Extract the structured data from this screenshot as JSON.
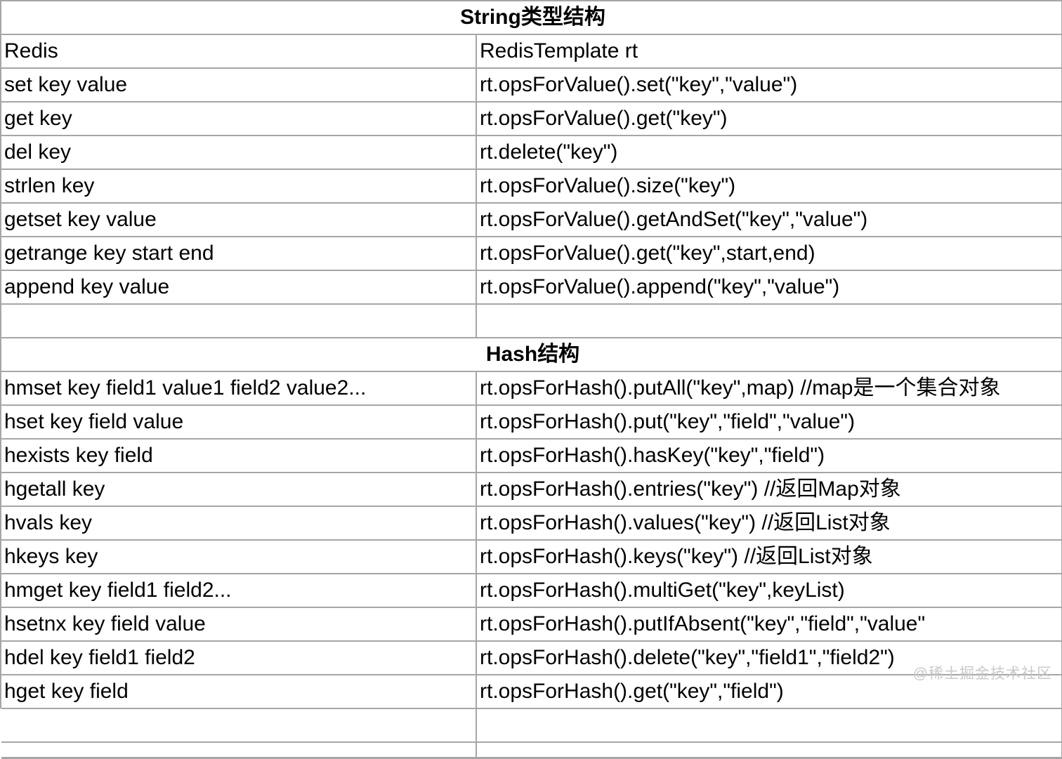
{
  "document": {
    "watermark": "@稀土掘金技术社区"
  },
  "sections": [
    {
      "title": "String类型结构",
      "header": {
        "left": "Redis",
        "right": "RedisTemplate rt"
      },
      "rows": [
        {
          "left": "set key value",
          "right": "rt.opsForValue().set(\"key\",\"value\")"
        },
        {
          "left": "get key",
          "right": "rt.opsForValue().get(\"key\")"
        },
        {
          "left": "del key",
          "right": "rt.delete(\"key\")"
        },
        {
          "left": "strlen key",
          "right": "rt.opsForValue().size(\"key\")"
        },
        {
          "left": "getset key value",
          "right": "rt.opsForValue().getAndSet(\"key\",\"value\")"
        },
        {
          "left": "getrange key start end",
          "right": "rt.opsForValue().get(\"key\",start,end)"
        },
        {
          "left": "append key value",
          "right": "rt.opsForValue().append(\"key\",\"value\")"
        },
        {
          "left": "",
          "right": ""
        }
      ]
    },
    {
      "title": "Hash结构",
      "header": null,
      "rows": [
        {
          "left": "hmset key field1 value1 field2 value2...",
          "right": "rt.opsForHash().putAll(\"key\",map) //map是一个集合对象"
        },
        {
          "left": "hset key field value",
          "right": "rt.opsForHash().put(\"key\",\"field\",\"value\")"
        },
        {
          "left": "hexists key field",
          "right": "rt.opsForHash().hasKey(\"key\",\"field\")"
        },
        {
          "left": "hgetall key",
          "right": "rt.opsForHash().entries(\"key\")  //返回Map对象"
        },
        {
          "left": "hvals key",
          "right": "rt.opsForHash().values(\"key\") //返回List对象"
        },
        {
          "left": "hkeys key",
          "right": "rt.opsForHash().keys(\"key\") //返回List对象"
        },
        {
          "left": "hmget key field1 field2...",
          "right": "rt.opsForHash().multiGet(\"key\",keyList)"
        },
        {
          "left": "hsetnx key field value",
          "right": "rt.opsForHash().putIfAbsent(\"key\",\"field\",\"value\""
        },
        {
          "left": "hdel key field1 field2",
          "right": "rt.opsForHash().delete(\"key\",\"field1\",\"field2\")"
        },
        {
          "left": "hget key field",
          "right": "rt.opsForHash().get(\"key\",\"field\")"
        },
        {
          "left": "",
          "right": ""
        }
      ]
    }
  ],
  "colors": {
    "border": "#a6a6a6",
    "text": "#000000",
    "watermark": "#c9c9c9",
    "background": "#ffffff"
  }
}
